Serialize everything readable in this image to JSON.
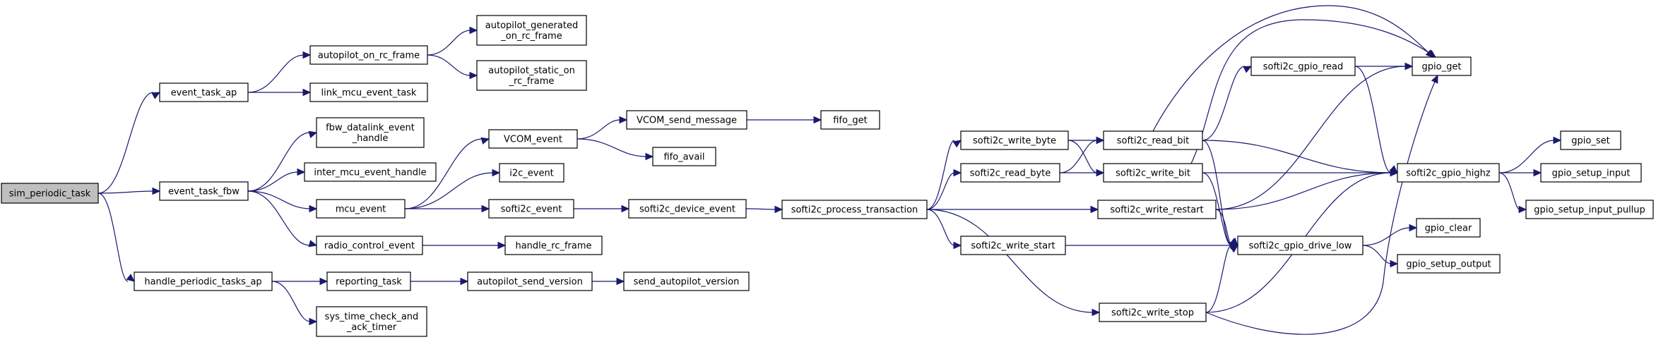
{
  "graph": {
    "edge_color": "#191970",
    "root_fill": "#bfbfbf",
    "nodes": [
      {
        "id": "sim_periodic_task",
        "lines": [
          "sim_periodic_task"
        ]
      },
      {
        "id": "event_task_ap",
        "lines": [
          "event_task_ap"
        ]
      },
      {
        "id": "event_task_fbw",
        "lines": [
          "event_task_fbw"
        ]
      },
      {
        "id": "handle_periodic_tasks_ap",
        "lines": [
          "handle_periodic_tasks_ap"
        ]
      },
      {
        "id": "autopilot_on_rc_frame",
        "lines": [
          "autopilot_on_rc_frame"
        ]
      },
      {
        "id": "link_mcu_event_task",
        "lines": [
          "link_mcu_event_task"
        ]
      },
      {
        "id": "autopilot_generated_on_rc_frame",
        "lines": [
          "autopilot_generated",
          "_on_rc_frame"
        ]
      },
      {
        "id": "autopilot_static_on_rc_frame",
        "lines": [
          "autopilot_static_on",
          "_rc_frame"
        ]
      },
      {
        "id": "fbw_datalink_event_handle",
        "lines": [
          "fbw_datalink_event",
          "_handle"
        ]
      },
      {
        "id": "inter_mcu_event_handle",
        "lines": [
          "inter_mcu_event_handle"
        ]
      },
      {
        "id": "mcu_event",
        "lines": [
          "mcu_event"
        ]
      },
      {
        "id": "radio_control_event",
        "lines": [
          "radio_control_event"
        ]
      },
      {
        "id": "reporting_task",
        "lines": [
          "reporting_task"
        ]
      },
      {
        "id": "sys_time_check_and_ack_timer",
        "lines": [
          "sys_time_check_and",
          "_ack_timer"
        ]
      },
      {
        "id": "VCOM_event",
        "lines": [
          "VCOM_event"
        ]
      },
      {
        "id": "i2c_event",
        "lines": [
          "i2c_event"
        ]
      },
      {
        "id": "softi2c_event",
        "lines": [
          "softi2c_event"
        ]
      },
      {
        "id": "handle_rc_frame",
        "lines": [
          "handle_rc_frame"
        ]
      },
      {
        "id": "autopilot_send_version",
        "lines": [
          "autopilot_send_version"
        ]
      },
      {
        "id": "VCOM_send_message",
        "lines": [
          "VCOM_send_message"
        ]
      },
      {
        "id": "fifo_avail",
        "lines": [
          "fifo_avail"
        ]
      },
      {
        "id": "softi2c_device_event",
        "lines": [
          "softi2c_device_event"
        ]
      },
      {
        "id": "send_autopilot_version",
        "lines": [
          "send_autopilot_version"
        ]
      },
      {
        "id": "fifo_get",
        "lines": [
          "fifo_get"
        ]
      },
      {
        "id": "softi2c_process_transaction",
        "lines": [
          "softi2c_process_transaction"
        ]
      },
      {
        "id": "softi2c_write_byte",
        "lines": [
          "softi2c_write_byte"
        ]
      },
      {
        "id": "softi2c_read_byte",
        "lines": [
          "softi2c_read_byte"
        ]
      },
      {
        "id": "softi2c_write_start",
        "lines": [
          "softi2c_write_start"
        ]
      },
      {
        "id": "softi2c_read_bit",
        "lines": [
          "softi2c_read_bit"
        ]
      },
      {
        "id": "softi2c_write_bit",
        "lines": [
          "softi2c_write_bit"
        ]
      },
      {
        "id": "softi2c_write_restart",
        "lines": [
          "softi2c_write_restart"
        ]
      },
      {
        "id": "softi2c_write_stop",
        "lines": [
          "softi2c_write_stop"
        ]
      },
      {
        "id": "softi2c_gpio_read",
        "lines": [
          "softi2c_gpio_read"
        ]
      },
      {
        "id": "softi2c_gpio_drive_low",
        "lines": [
          "softi2c_gpio_drive_low"
        ]
      },
      {
        "id": "gpio_get",
        "lines": [
          "gpio_get"
        ]
      },
      {
        "id": "softi2c_gpio_highz",
        "lines": [
          "softi2c_gpio_highz"
        ]
      },
      {
        "id": "gpio_clear",
        "lines": [
          "gpio_clear"
        ]
      },
      {
        "id": "gpio_setup_output",
        "lines": [
          "gpio_setup_output"
        ]
      },
      {
        "id": "gpio_set",
        "lines": [
          "gpio_set"
        ]
      },
      {
        "id": "gpio_setup_input",
        "lines": [
          "gpio_setup_input"
        ]
      },
      {
        "id": "gpio_setup_input_pullup",
        "lines": [
          "gpio_setup_input_pullup"
        ]
      }
    ],
    "edges": [
      {
        "from": "sim_periodic_task",
        "to": "event_task_ap"
      },
      {
        "from": "sim_periodic_task",
        "to": "event_task_fbw"
      },
      {
        "from": "sim_periodic_task",
        "to": "handle_periodic_tasks_ap"
      },
      {
        "from": "event_task_ap",
        "to": "autopilot_on_rc_frame"
      },
      {
        "from": "event_task_ap",
        "to": "link_mcu_event_task"
      },
      {
        "from": "autopilot_on_rc_frame",
        "to": "autopilot_generated_on_rc_frame"
      },
      {
        "from": "autopilot_on_rc_frame",
        "to": "autopilot_static_on_rc_frame"
      },
      {
        "from": "event_task_fbw",
        "to": "fbw_datalink_event_handle"
      },
      {
        "from": "event_task_fbw",
        "to": "inter_mcu_event_handle"
      },
      {
        "from": "event_task_fbw",
        "to": "mcu_event"
      },
      {
        "from": "event_task_fbw",
        "to": "radio_control_event"
      },
      {
        "from": "mcu_event",
        "to": "VCOM_event"
      },
      {
        "from": "mcu_event",
        "to": "i2c_event"
      },
      {
        "from": "mcu_event",
        "to": "softi2c_event"
      },
      {
        "from": "VCOM_event",
        "to": "VCOM_send_message"
      },
      {
        "from": "VCOM_event",
        "to": "fifo_avail"
      },
      {
        "from": "VCOM_send_message",
        "to": "fifo_get"
      },
      {
        "from": "softi2c_event",
        "to": "softi2c_device_event"
      },
      {
        "from": "softi2c_device_event",
        "to": "softi2c_process_transaction"
      },
      {
        "from": "radio_control_event",
        "to": "handle_rc_frame"
      },
      {
        "from": "handle_periodic_tasks_ap",
        "to": "reporting_task"
      },
      {
        "from": "handle_periodic_tasks_ap",
        "to": "sys_time_check_and_ack_timer"
      },
      {
        "from": "reporting_task",
        "to": "autopilot_send_version"
      },
      {
        "from": "autopilot_send_version",
        "to": "send_autopilot_version"
      },
      {
        "from": "softi2c_process_transaction",
        "to": "softi2c_write_byte"
      },
      {
        "from": "softi2c_process_transaction",
        "to": "softi2c_read_byte"
      },
      {
        "from": "softi2c_process_transaction",
        "to": "softi2c_write_restart"
      },
      {
        "from": "softi2c_process_transaction",
        "to": "softi2c_write_start"
      },
      {
        "from": "softi2c_process_transaction",
        "to": "softi2c_write_stop"
      },
      {
        "from": "softi2c_write_byte",
        "to": "softi2c_read_bit"
      },
      {
        "from": "softi2c_write_byte",
        "to": "softi2c_write_bit"
      },
      {
        "from": "softi2c_read_byte",
        "to": "softi2c_read_bit"
      },
      {
        "from": "softi2c_read_byte",
        "to": "softi2c_write_bit"
      },
      {
        "from": "softi2c_read_bit",
        "to": "gpio_get"
      },
      {
        "from": "softi2c_read_bit",
        "to": "softi2c_gpio_read"
      },
      {
        "from": "softi2c_read_bit",
        "to": "softi2c_gpio_highz"
      },
      {
        "from": "softi2c_read_bit",
        "to": "softi2c_gpio_drive_low"
      },
      {
        "from": "softi2c_write_bit",
        "to": "gpio_get"
      },
      {
        "from": "softi2c_write_bit",
        "to": "softi2c_gpio_highz"
      },
      {
        "from": "softi2c_write_bit",
        "to": "softi2c_gpio_drive_low"
      },
      {
        "from": "softi2c_gpio_read",
        "to": "gpio_get"
      },
      {
        "from": "softi2c_gpio_read",
        "to": "softi2c_gpio_highz"
      },
      {
        "from": "softi2c_write_restart",
        "to": "gpio_get"
      },
      {
        "from": "softi2c_write_restart",
        "to": "softi2c_gpio_highz"
      },
      {
        "from": "softi2c_write_restart",
        "to": "softi2c_gpio_drive_low"
      },
      {
        "from": "softi2c_write_start",
        "to": "softi2c_gpio_drive_low"
      },
      {
        "from": "softi2c_write_stop",
        "to": "softi2c_gpio_drive_low"
      },
      {
        "from": "softi2c_write_stop",
        "to": "softi2c_gpio_highz"
      },
      {
        "from": "softi2c_write_stop",
        "to": "gpio_get"
      },
      {
        "from": "softi2c_gpio_highz",
        "to": "gpio_set"
      },
      {
        "from": "softi2c_gpio_highz",
        "to": "gpio_setup_input"
      },
      {
        "from": "softi2c_gpio_highz",
        "to": "gpio_setup_input_pullup"
      },
      {
        "from": "softi2c_gpio_drive_low",
        "to": "gpio_clear"
      },
      {
        "from": "softi2c_gpio_drive_low",
        "to": "gpio_setup_output"
      }
    ]
  }
}
